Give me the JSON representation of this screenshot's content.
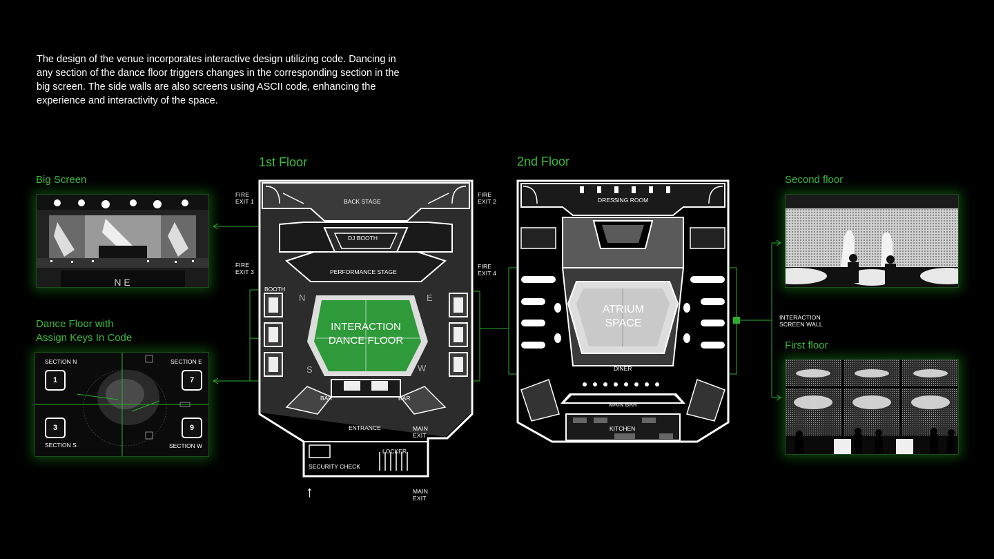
{
  "intro": "The design of the venue incorporates interactive design utilizing code. Dancing in any section of the dance floor triggers changes in the corresponding section in the big screen. The side walls are also screens using ASCII code, enhancing the experience and interactivity of the space.",
  "floors": {
    "first": "1st Floor",
    "second": "2nd Floor"
  },
  "panels": {
    "big_screen": "Big Screen",
    "dance_floor_line1": "Dance Floor with",
    "dance_floor_line2": "Assign Keys In Code",
    "second_floor": "Second floor",
    "first_floor": "First floor"
  },
  "dance_keys": {
    "section_n": "SECTION N",
    "section_e": "SECTION E",
    "section_s": "SECTION S",
    "section_w": "SECTION W",
    "key_n": "1",
    "key_e": "7",
    "key_s": "3",
    "key_w": "9"
  },
  "screen_wall_label": {
    "line1": "INTERACTION",
    "line2": "SCREEN WALL"
  },
  "first_plan": {
    "fire_exit_1": [
      "FIRE",
      "EXIT 1"
    ],
    "fire_exit_2": [
      "FIRE",
      "EXIT 2"
    ],
    "fire_exit_3": [
      "FIRE",
      "EXIT 3"
    ],
    "fire_exit_4": [
      "FIRE",
      "EXIT 4"
    ],
    "back_stage": "BACK STAGE",
    "dj_booth": "DJ BOOTH",
    "performance_stage": "PERFORMANCE STAGE",
    "booth": "BOOTH",
    "dance_floor": [
      "INTERACTION",
      "DANCE FLOOR"
    ],
    "compass": {
      "n": "N",
      "e": "E",
      "s": "S",
      "w": "W"
    },
    "bar_left": "BAR",
    "bar_right": "BAR",
    "entrance": "ENTRANCE",
    "main_exit_1": [
      "MAIN",
      "EXIT"
    ],
    "main_exit_2": [
      "MAIN",
      "EXIT"
    ],
    "locker": "LOCKER",
    "security_check": "SECURITY CHECK",
    "arrow": "↑"
  },
  "second_plan": {
    "dressing_room": "DRESSING ROOM",
    "atrium": [
      "ATRIUM",
      "SPACE"
    ],
    "diner": "DINER",
    "main_bar": "MAIN BAR",
    "kitchen": "KITCHEN"
  },
  "screen_letters": "N E",
  "colors": {
    "accent": "#3dbb3d",
    "floor_green": "#2f9a3a",
    "background": "#000000"
  }
}
